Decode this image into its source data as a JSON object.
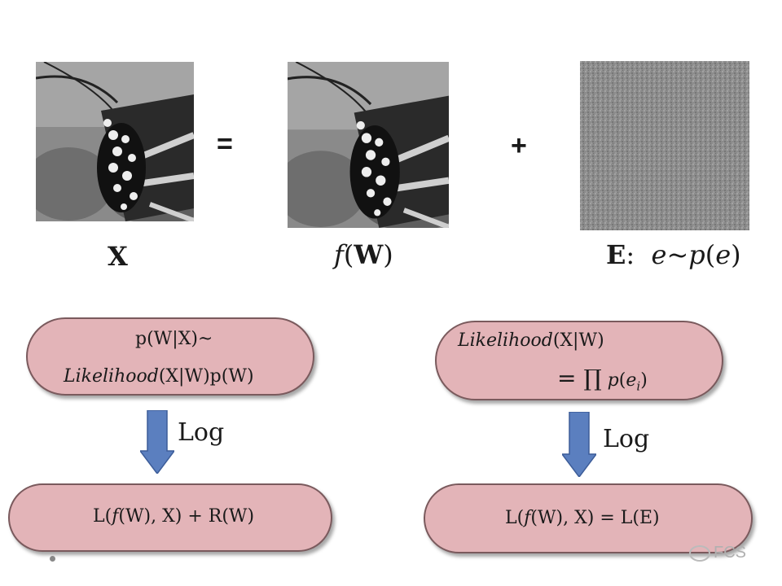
{
  "images": {
    "x_label": "X",
    "fw_label_f": "f",
    "fw_label_w": "W",
    "e_label_bold": "E",
    "e_label_colon": ":",
    "e_label_expr_e": "e",
    "e_label_expr_tilde": "~",
    "e_label_expr_p": "p",
    "e_label_expr_arg": "e"
  },
  "operators": {
    "equals": "=",
    "plus": "+"
  },
  "left_branch": {
    "top_line1": "p(W|X)~",
    "top_line2_likelihood": "Likelihood",
    "top_line2_rest": "(X|W)p(W)",
    "log_label": "Log",
    "bottom_pre": "L(",
    "bottom_f": "f",
    "bottom_post": "(W), X) + R(W)"
  },
  "right_branch": {
    "top_likelihood": "Likelihood",
    "top_rest": "(X|W)",
    "top_eq": "= ∏",
    "top_p": "p",
    "top_e": "e",
    "top_i": "i",
    "top_close": ")",
    "log_label": "Log",
    "bottom_pre": "L(",
    "bottom_f": "f",
    "bottom_post": "(W), X) = L(E)"
  },
  "watermark": "FCS",
  "colors": {
    "pill_fill": "#e3b4b8",
    "arrow_fill": "#5b7fbf"
  }
}
